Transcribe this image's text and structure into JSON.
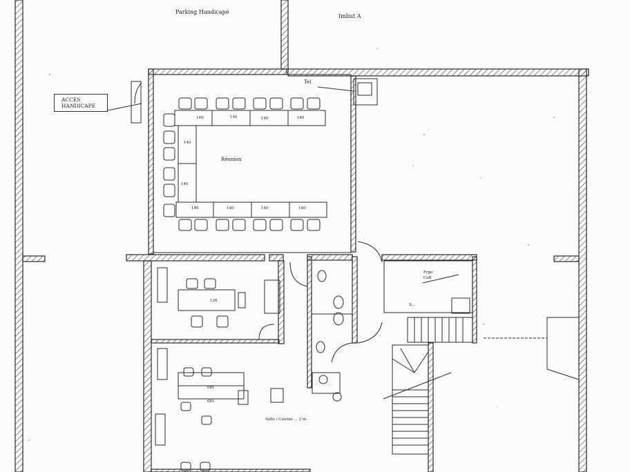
{
  "labels": {
    "parking": "Parking Handicapé",
    "immeuble": "Imbut A",
    "acces": "ACCES\nHANDICAPE",
    "tel": "Tel",
    "reunion": "Réunion",
    "table_top": [
      "140",
      "140",
      "140",
      "140"
    ],
    "table_bottom": [
      "140",
      "140",
      "140",
      "140"
    ],
    "table_left": [
      "140",
      "140"
    ],
    "office1": "126",
    "office2a": "081",
    "office2b": "081",
    "archives": "Frgo\nCaB",
    "corridor_note": "Salle / Cuisine ... 2 m",
    "bottom_note": "S...",
    "cave": "S..."
  },
  "colors": {
    "ink": "#2a2a2a",
    "paper": "#fbfbf9",
    "hatch": "#3a3a3a"
  }
}
